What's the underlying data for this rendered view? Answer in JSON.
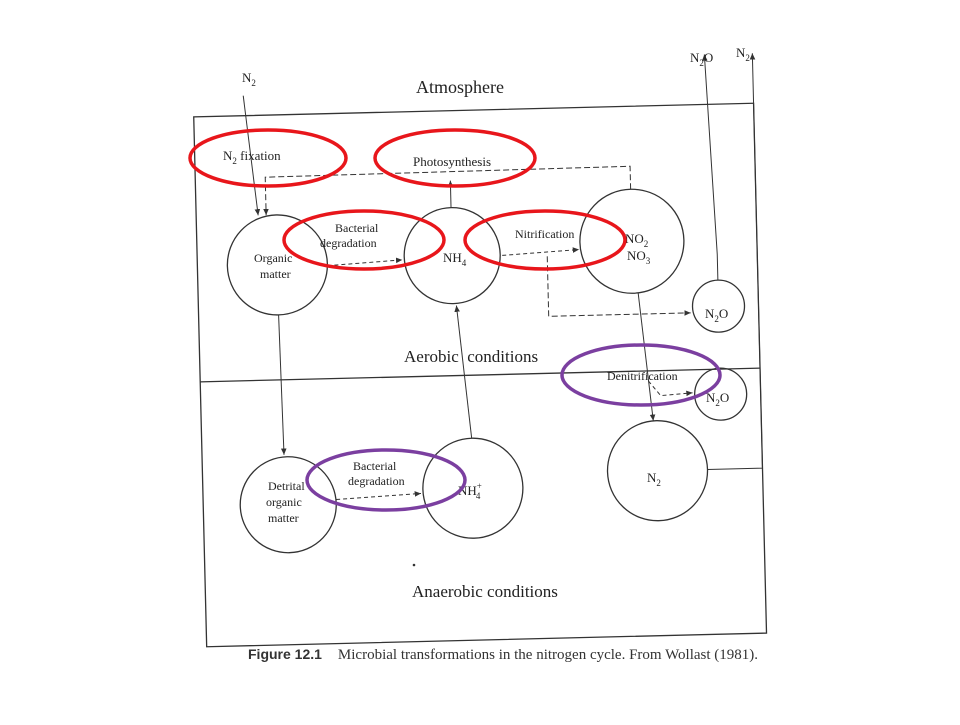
{
  "diagram": {
    "title_atmosphere": "Atmosphere",
    "aerobic_label": "Aerobic  conditions",
    "anaerobic_label": "Anaerobic conditions",
    "top_n2": "N",
    "top_n2_sub": "2",
    "out_n2o": "N",
    "out_n2o_sub": "2",
    "out_n2o_tail": "O",
    "out_n2": "N",
    "out_n2_sub": "2",
    "processes": {
      "n2_fixation_prefix": "N",
      "n2_fixation_sub": "2",
      "n2_fixation_suffix": " fixation",
      "photosynthesis": "Photosynthesis",
      "bacterial_degradation_top_line1": "Bacterial",
      "bacterial_degradation_top_line2": "degradation",
      "nitrification": "Nitrification",
      "denitrification": "Denitrification",
      "bacterial_degradation_bottom_line1": "Bacterial",
      "bacterial_degradation_bottom_line2": "degradation"
    },
    "nodes": {
      "organic_matter_line1": "Organic",
      "organic_matter_line2": "matter",
      "nh4_top": "NH",
      "nh4_top_sub": "4",
      "no2": "NO",
      "no2_sub": "2",
      "no3": "NO",
      "no3_sub": "3",
      "n2o_aerobic": "N",
      "n2o_aerobic_sub": "2",
      "n2o_aerobic_tail": "O",
      "n2o_anaerobic": "N",
      "n2o_anaerobic_sub": "2",
      "n2o_anaerobic_tail": "O",
      "detrital_line1": "Detrital",
      "detrital_line2": "organic",
      "detrital_line3": "matter",
      "nh4_bottom": "NH",
      "nh4_bottom_sup": "+",
      "nh4_bottom_sub": "4",
      "n2_bottom": "N",
      "n2_bottom_sub": "2"
    },
    "highlight_colors": {
      "red": "#e8161b",
      "purple": "#7b3fa0"
    }
  },
  "caption": {
    "figure_label": "Figure 12.1",
    "text": "Microbial transformations in the nitrogen cycle. From Wollast (1981)."
  }
}
